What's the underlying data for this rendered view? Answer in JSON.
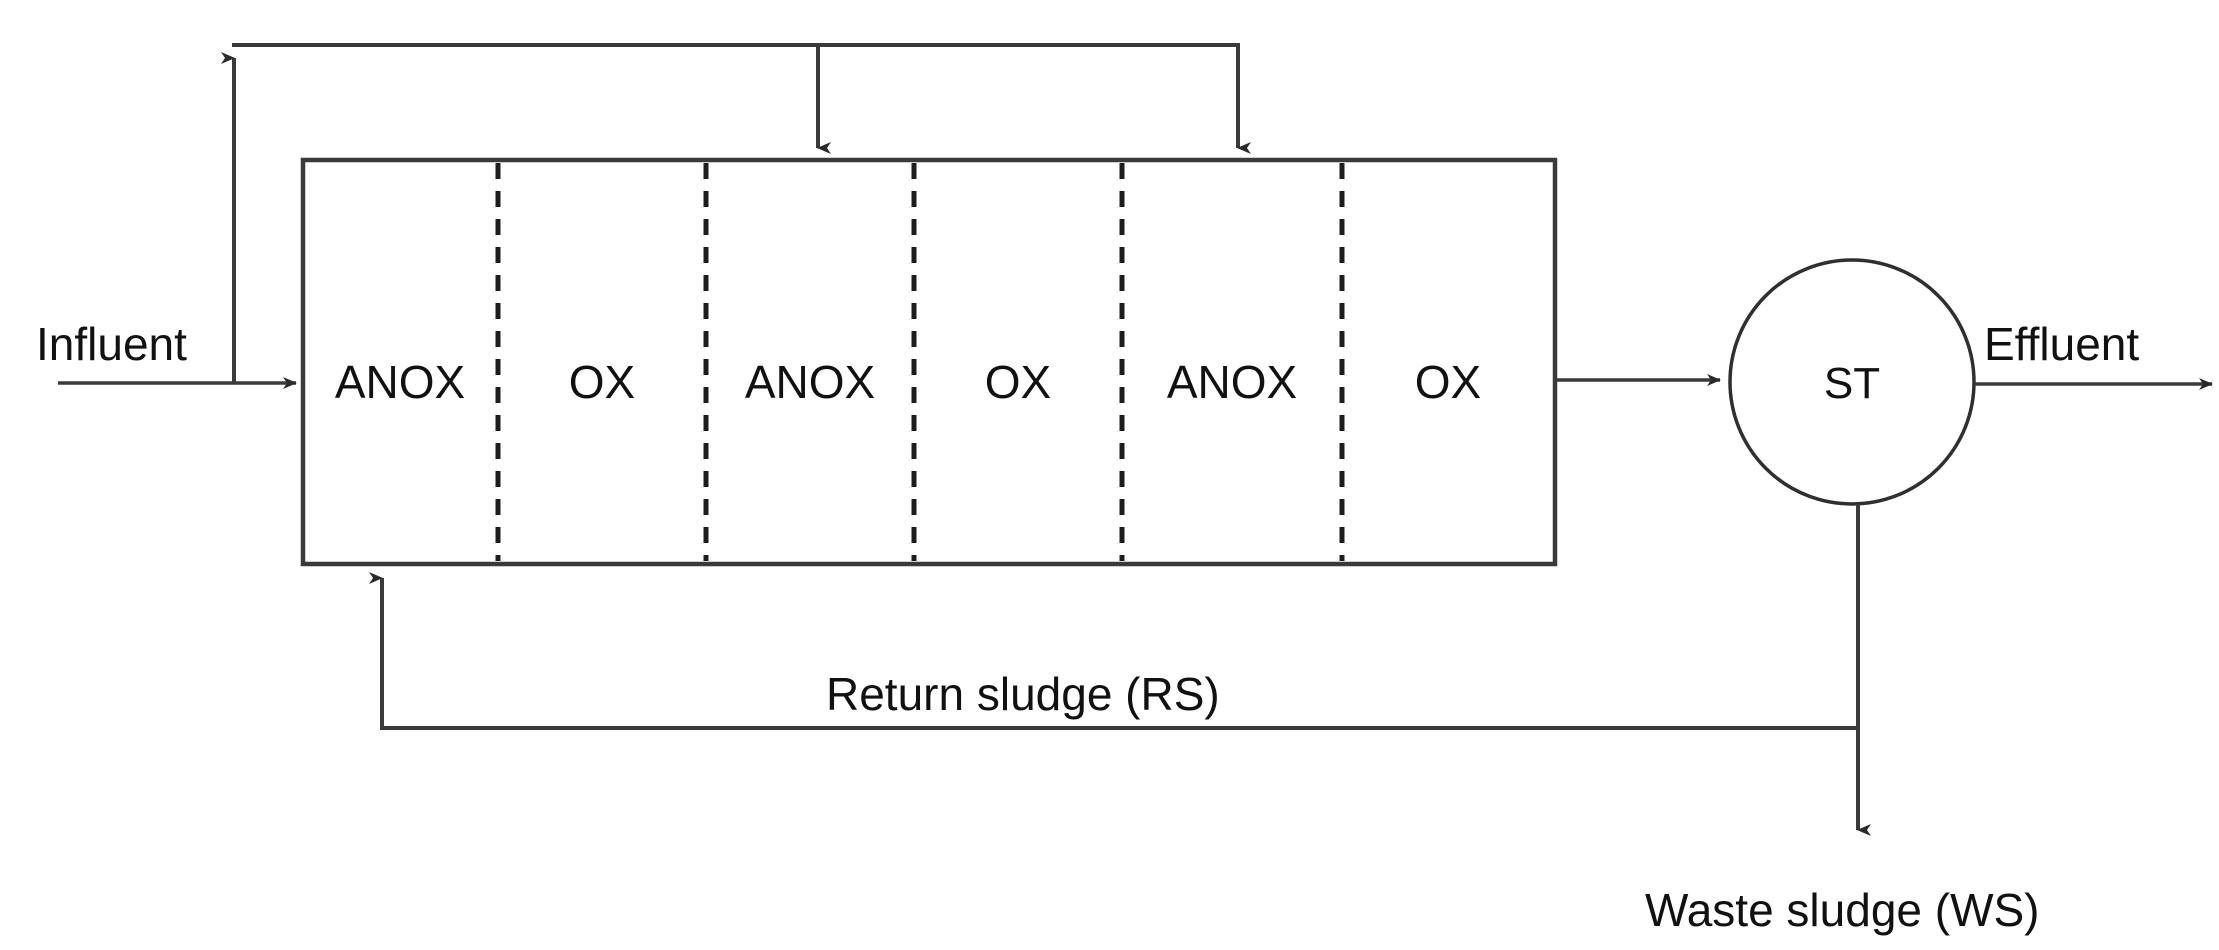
{
  "diagram": {
    "title": "Multi-stage anoxic/oxic activated sludge process flow diagram",
    "background_color": "#ffffff",
    "line_color": "#3a3a3a",
    "text_color": "#111111",
    "reactor": {
      "name": "biological-reactor",
      "zones": [
        {
          "label": "ANOX",
          "kind": "anoxic"
        },
        {
          "label": "OX",
          "kind": "oxic"
        },
        {
          "label": "ANOX",
          "kind": "anoxic"
        },
        {
          "label": "OX",
          "kind": "oxic"
        },
        {
          "label": "ANOX",
          "kind": "anoxic"
        },
        {
          "label": "OX",
          "kind": "oxic"
        }
      ]
    },
    "settler": {
      "label": "ST",
      "name": "secondary-settler"
    },
    "streams": {
      "influent": "Influent",
      "effluent": "Effluent",
      "return_sludge": "Return sludge (RS)",
      "waste_sludge": "Waste sludge (WS)",
      "internal_recycle": ""
    },
    "icons": {
      "arrow_head": "arrowhead-icon",
      "dashed_divider": "dashed-divider-icon"
    }
  }
}
